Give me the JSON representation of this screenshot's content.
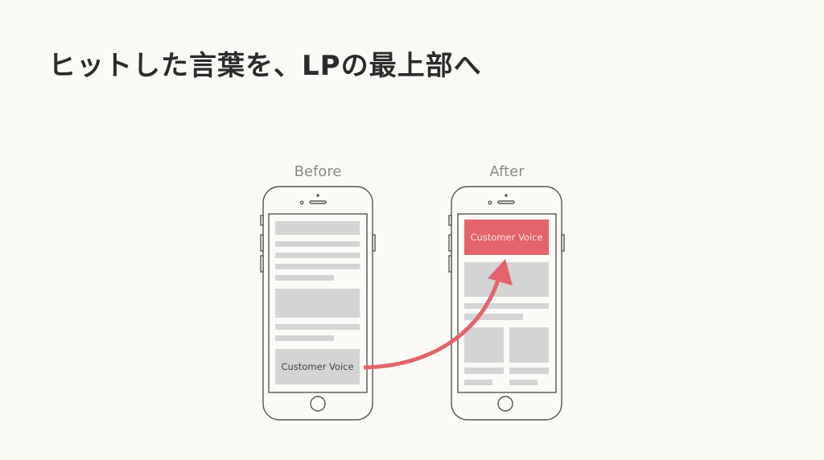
{
  "title": "ヒットした言葉を、LPの最上部へ",
  "before": {
    "label": "Before",
    "block_text": "Customer Voice"
  },
  "after": {
    "label": "After",
    "block_text": "Customer Voice"
  },
  "colors": {
    "accent": "#e5636a",
    "placeholder": "#d4d4d4",
    "outline": "#555555"
  }
}
